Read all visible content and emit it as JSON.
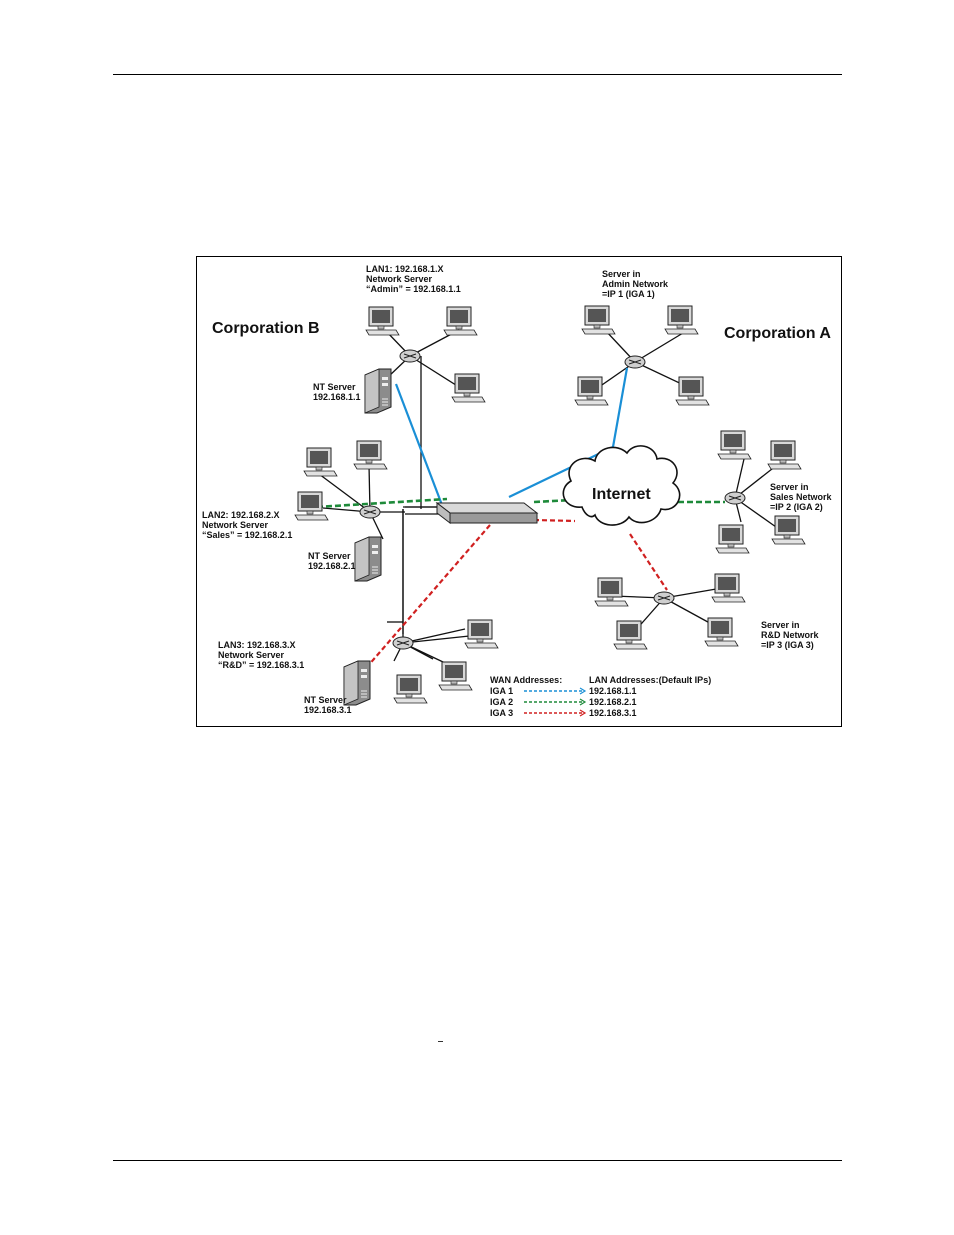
{
  "diagram": {
    "corporations": {
      "b": "Corporation B",
      "a": "Corporation A"
    },
    "cloud": "Internet",
    "lan1": {
      "line1": "LAN1: 192.168.1.X",
      "line2": "Network Server",
      "line3": "“Admin” = 192.168.1.1"
    },
    "nt1": {
      "line1": "NT Server",
      "line2": "192.168.1.1"
    },
    "lan2": {
      "line1": "LAN2: 192.168.2.X",
      "line2": "Network Server",
      "line3": "“Sales” = 192.168.2.1"
    },
    "nt2": {
      "line1": "NT Server",
      "line2": "192.168.2.1"
    },
    "lan3": {
      "line1": "LAN3: 192.168.3.X",
      "line2": "Network Server",
      "line3": "“R&D” = 192.168.3.1"
    },
    "nt3": {
      "line1": "NT Server",
      "line2": "192.168.3.1"
    },
    "admin_server": {
      "line1": "Server in",
      "line2": "Admin Network",
      "line3": "=IP 1 (IGA 1)"
    },
    "sales_server": {
      "line1": "Server in",
      "line2": "Sales Network",
      "line3": "=IP 2 (IGA 2)"
    },
    "rd_server": {
      "line1": "Server in",
      "line2": "R&D Network",
      "line3": "=IP 3 (IGA 3)"
    },
    "legend": {
      "wan_header": "WAN Addresses:",
      "lan_header": "LAN Addresses:(Default IPs)",
      "rows": [
        {
          "wan": "IGA 1",
          "lan": "192.168.1.1",
          "color": "#1a8fd6"
        },
        {
          "wan": "IGA 2",
          "lan": "192.168.2.1",
          "color": "#1e8a3a"
        },
        {
          "wan": "IGA 3",
          "lan": "192.168.3.1",
          "color": "#d02020"
        }
      ]
    },
    "colors": {
      "iga1": "#1a8fd6",
      "iga2": "#1e8a3a",
      "iga3": "#d02020"
    }
  }
}
